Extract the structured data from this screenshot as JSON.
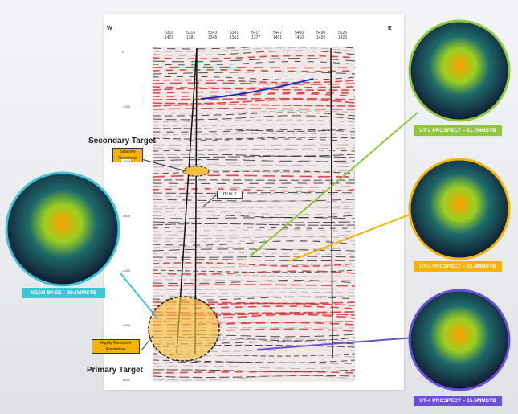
{
  "header": {
    "west": "W",
    "east": "E",
    "row1": [
      "5316",
      "5316",
      "5343",
      "5381",
      "5417",
      "5447",
      "5480",
      "5490",
      "5526"
    ],
    "row2": [
      "1401",
      "1381",
      "1348",
      "1361",
      "1377",
      "1401",
      "1410",
      "1420",
      "1420"
    ]
  },
  "depth_ticks": [
    "0",
    "-1000",
    "-2000",
    "-3000",
    "-4000",
    "-5000",
    "-6000"
  ],
  "annotations": {
    "secondary_target": "Secondary Target",
    "shallow_reservoir": "Shallow Reservoir",
    "well": "ITUK 2",
    "highly_resistive": "Highly Resistive Formation",
    "primary_target": "Primary Target"
  },
  "prospects": [
    {
      "label": "NEAR BASE – 49.1MMSTB",
      "color": "#3fc4d8"
    },
    {
      "label": "UT-2 PROSPECT – 51.7MMSTB",
      "color": "#8dc63f"
    },
    {
      "label": "UT-3 PROSPECT – 22.4MMSTB",
      "color": "#f6b400"
    },
    {
      "label": "UT-4 PROSPECT – 15.5MMSTB",
      "color": "#6a4fd8"
    }
  ]
}
